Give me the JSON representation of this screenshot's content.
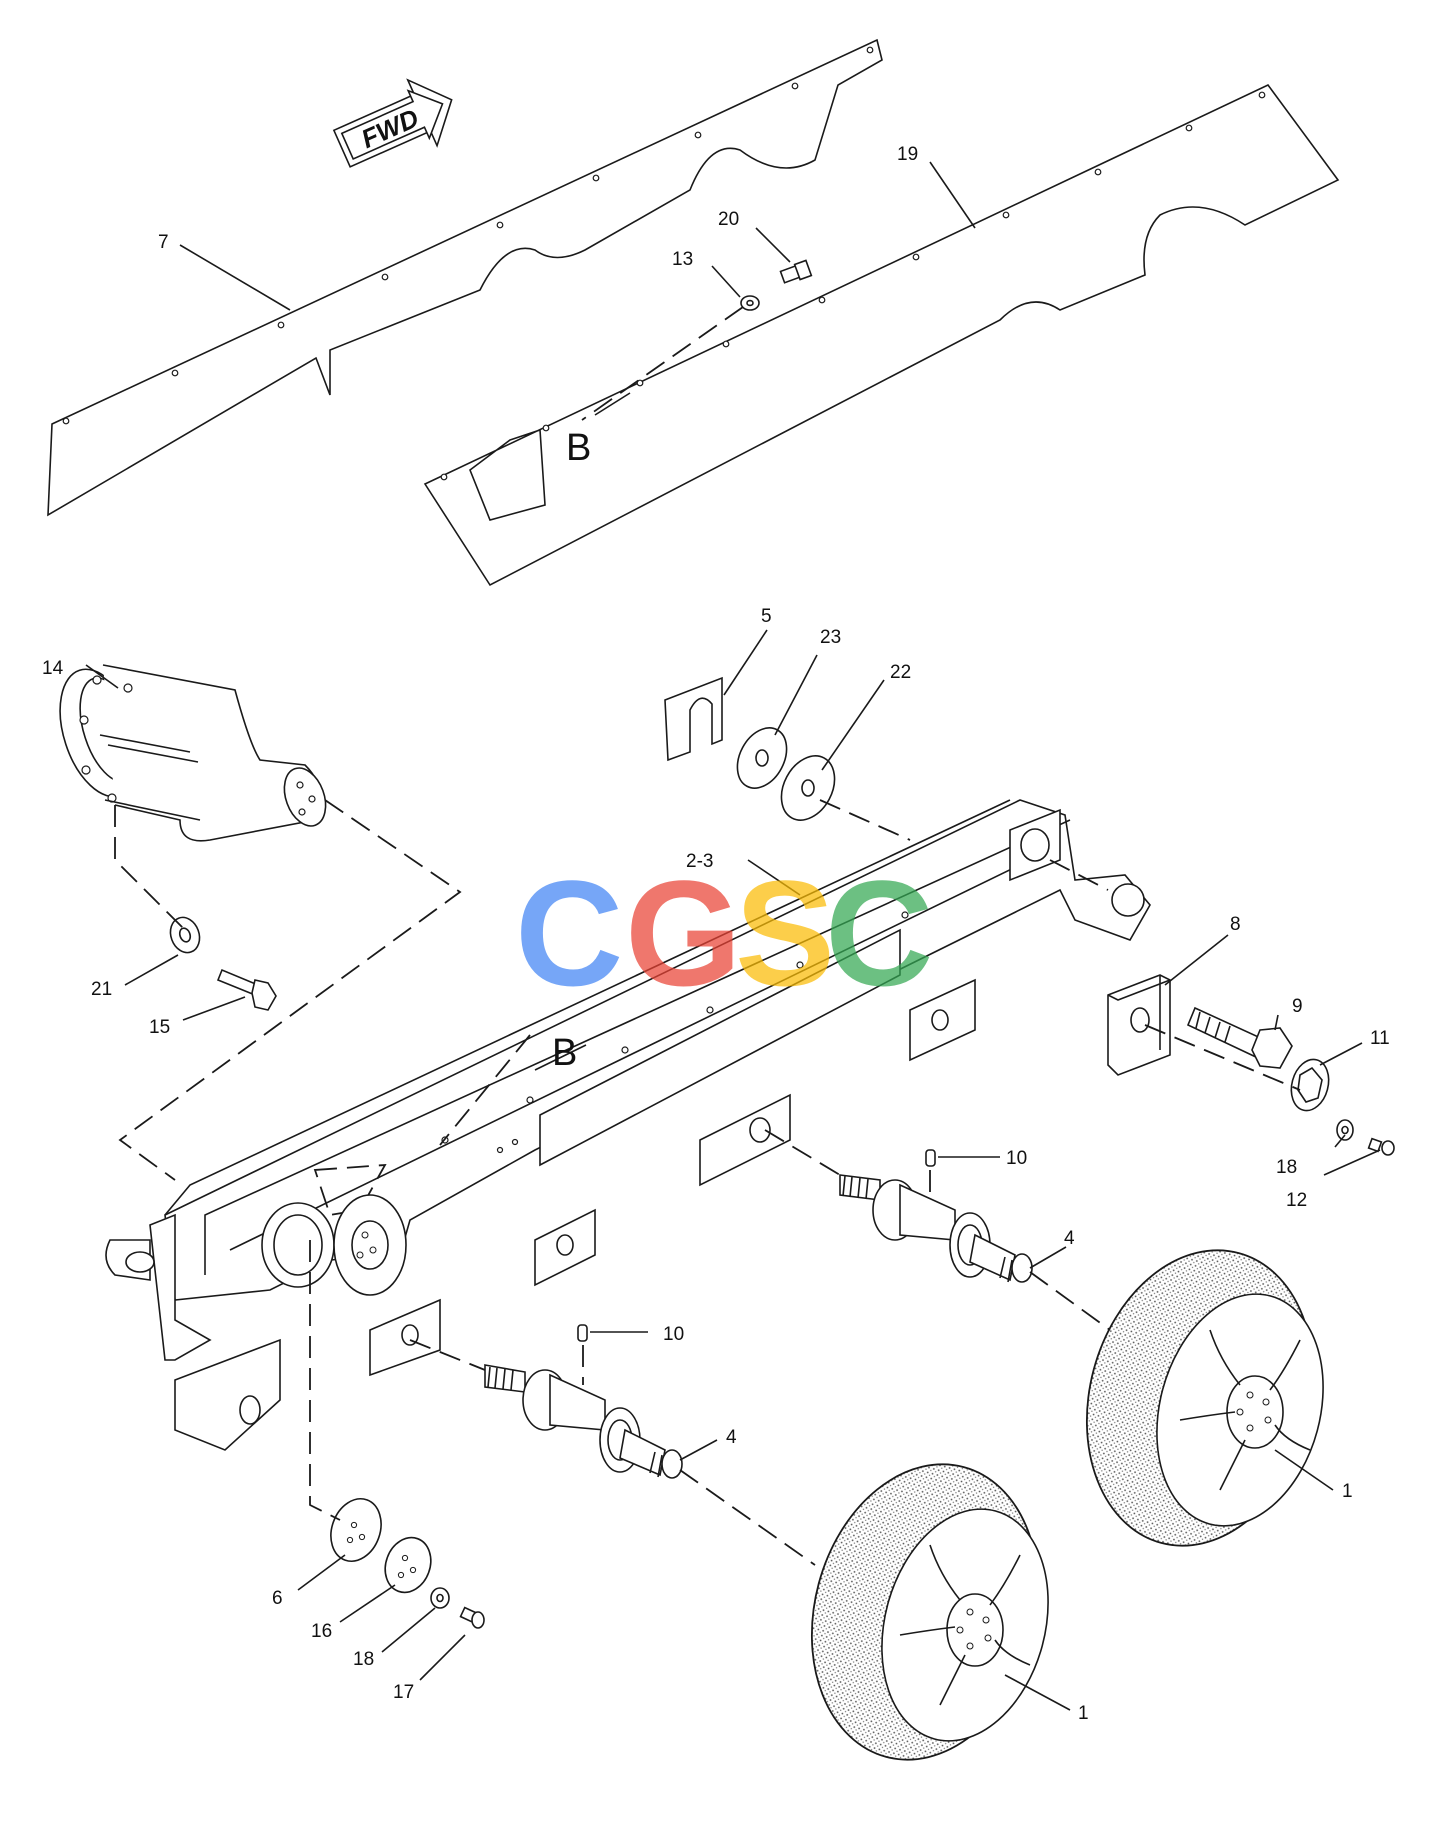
{
  "fwd_label": "FWD",
  "watermark": {
    "letters": [
      "C",
      "G",
      "S",
      "C"
    ],
    "colors": [
      "#4285F4",
      "#EA4335",
      "#FBBC05",
      "#34A853"
    ]
  },
  "detail_letter": "B",
  "callouts": {
    "c1a": "1",
    "c1b": "1",
    "c23": "2-3",
    "c4a": "4",
    "c4b": "4",
    "c5": "5",
    "c6": "6",
    "c7": "7",
    "c8": "8",
    "c9": "9",
    "c10a": "10",
    "c10b": "10",
    "c11": "11",
    "c12": "12",
    "c13": "13",
    "c14": "14",
    "c15": "15",
    "c16": "16",
    "c17": "17",
    "c18a": "18",
    "c18b": "18",
    "c19": "19",
    "c20": "20",
    "c21": "21",
    "c22": "22",
    "c23b": "23"
  }
}
